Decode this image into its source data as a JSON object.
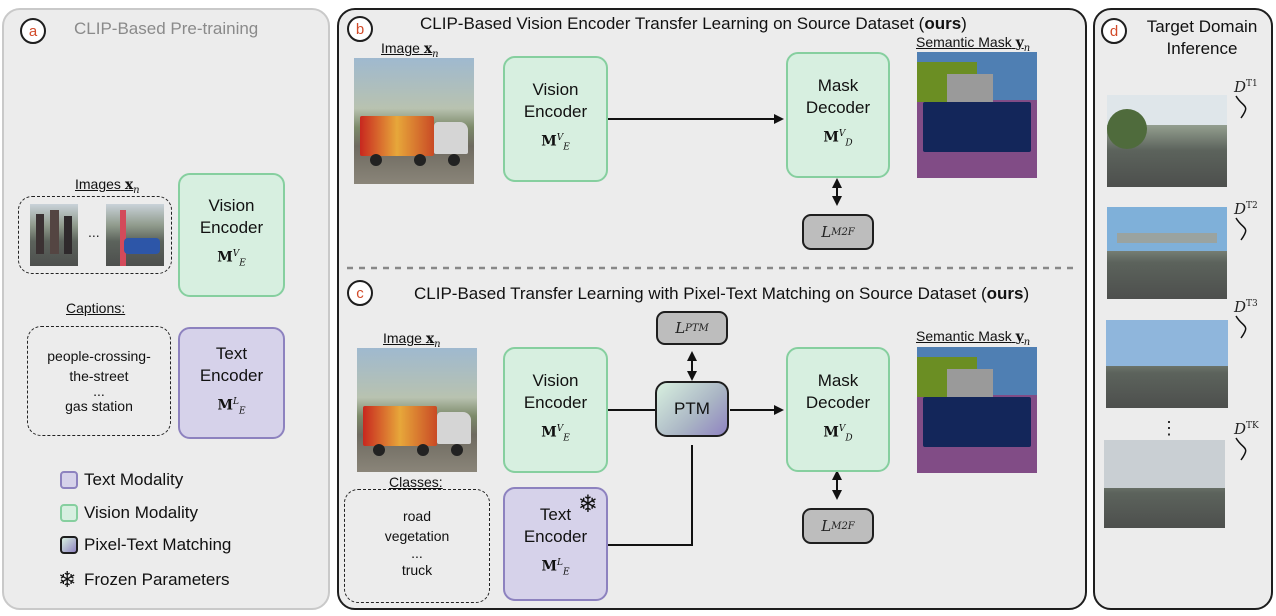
{
  "panel_a": {
    "badge": "a",
    "title": "CLIP-Based Pre-training",
    "images_label": "Images",
    "images_symbol": "x",
    "images_symbol_sub": "n",
    "ellipsis": "...",
    "vision_encoder": {
      "line1": "Vision",
      "line2": "Encoder",
      "symbol": "M",
      "sup": "V",
      "sub": "E"
    },
    "captions_label": "Captions:",
    "captions": [
      "people-crossing-",
      "the-street",
      "...",
      "gas station"
    ],
    "text_encoder": {
      "line1": "Text",
      "line2": "Encoder",
      "symbol": "M",
      "sup": "L",
      "sub": "E"
    },
    "legend": [
      {
        "label": "Text Modality",
        "kind": "text-swatch"
      },
      {
        "label": "Vision Modality",
        "kind": "vision-swatch"
      },
      {
        "label": "Pixel-Text Matching",
        "kind": "ptm-swatch"
      },
      {
        "label": "Frozen Parameters",
        "kind": "snowflake-icon"
      }
    ]
  },
  "panel_b": {
    "badge": "b",
    "title_plain": "CLIP-Based  Vision Encoder Transfer Learning on Source Dataset (",
    "title_bold": "ours",
    "title_end": ")",
    "image_label": "Image",
    "image_symbol": "x",
    "image_symbol_sub": "n",
    "mask_label": "Semantic Mask",
    "mask_symbol": "y",
    "mask_symbol_sub": "n",
    "vision_encoder": {
      "line1": "Vision",
      "line2": "Encoder",
      "symbol": "M",
      "sup": "V",
      "sub": "E"
    },
    "mask_decoder": {
      "line1": "Mask",
      "line2": "Decoder",
      "symbol": "M",
      "sup": "V",
      "sub": "D"
    },
    "loss": {
      "symbol": "L",
      "sub": "M2F"
    }
  },
  "panel_c": {
    "badge": "c",
    "title_plain": "CLIP-Based Transfer Learning with Pixel-Text Matching on Source Dataset (",
    "title_bold": "ours",
    "title_end": ")",
    "image_label": "Image",
    "image_symbol": "x",
    "image_symbol_sub": "n",
    "mask_label": "Semantic Mask",
    "mask_symbol": "y",
    "mask_symbol_sub": "n",
    "classes_label": "Classes:",
    "classes": [
      "road",
      "vegetation",
      "...",
      "truck"
    ],
    "vision_encoder": {
      "line1": "Vision",
      "line2": "Encoder",
      "symbol": "M",
      "sup": "V",
      "sub": "E"
    },
    "text_encoder": {
      "line1": "Text",
      "line2": "Encoder",
      "symbol": "M",
      "sup": "L",
      "sub": "E"
    },
    "ptm": "PTM",
    "ptm_loss": {
      "symbol": "L",
      "sub": "PTM"
    },
    "mask_decoder": {
      "line1": "Mask",
      "line2": "Decoder",
      "symbol": "M",
      "sup": "V",
      "sub": "D"
    },
    "loss": {
      "symbol": "L",
      "sub": "M2F"
    }
  },
  "panel_d": {
    "badge": "d",
    "title_line1": "Target Domain",
    "title_line2": "Inference",
    "domains": [
      {
        "symbol": "D",
        "sup": "T1"
      },
      {
        "symbol": "D",
        "sup": "T2"
      },
      {
        "symbol": "D",
        "sup": "T3"
      },
      {
        "symbol": "D",
        "sup": "TK"
      }
    ],
    "vdots": "⋮"
  },
  "colors": {
    "vision": "#d7efe0",
    "vision_border": "#86cf9f",
    "text": "#d6d2ea",
    "text_border": "#8d82bf",
    "loss": "#bdbdbd",
    "badge_letter": "#d24b2a",
    "panel_bg": "#ececec"
  }
}
